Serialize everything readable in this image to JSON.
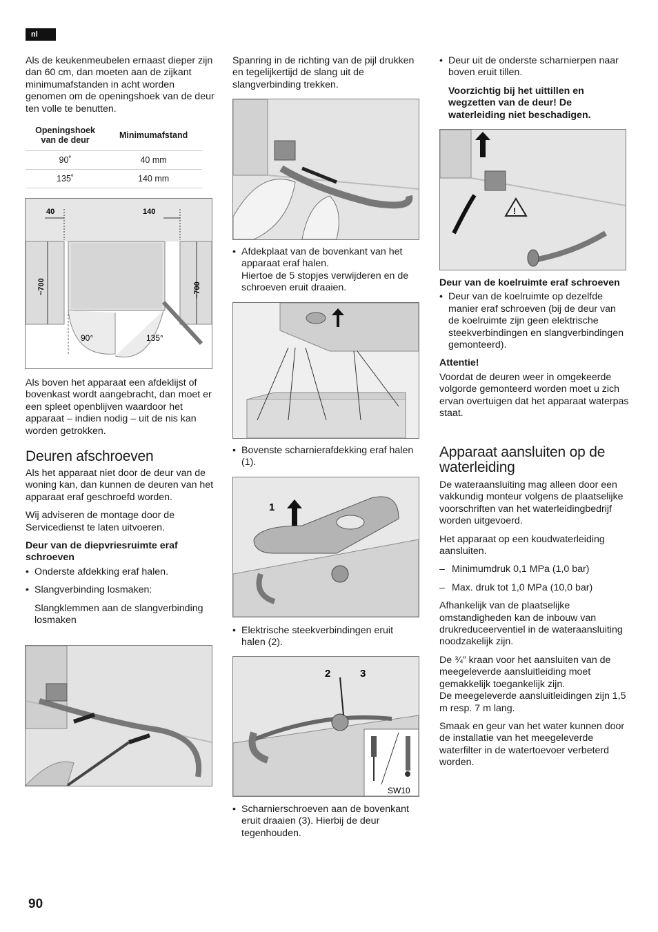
{
  "lang_tag": "nl",
  "page_number": "90",
  "col1": {
    "intro": "Als de keukenmeubelen ernaast dieper zijn dan 60 cm, dan moeten aan de zijkant minimumafstanden in acht worden genomen om de openingshoek van de deur ten volle te benutten.",
    "table": {
      "headers": [
        "Openingshoek van de deur",
        "Minimumafstand"
      ],
      "rows": [
        [
          "90˚",
          "40 mm"
        ],
        [
          "135˚",
          "140 mm"
        ]
      ]
    },
    "diagram": {
      "dim_40": "40",
      "dim_140": "140",
      "dim_700_left": "~700",
      "dim_700_right": "~700",
      "angle_90": "90°",
      "angle_135": "135°"
    },
    "cover_text": "Als boven het apparaat een afdeklijst of bovenkast wordt aangebracht, dan moet er een spleet openblijven waardoor het apparaat – indien nodig – uit de nis kan worden getrokken.",
    "heading_doors": "Deuren afschroeven",
    "doors_p1": "Als het apparaat niet door de deur van de woning kan, dan kunnen de deuren van het apparaat eraf geschroefd worden.",
    "doors_p2": "Wij adviseren de montage door de Servicedienst te laten uitvoeren.",
    "sub_freezer": "Deur van de diepvriesruimte eraf schroeven",
    "bullet_1": "Onderste afdekking eraf halen.",
    "bullet_2": "Slangverbinding losmaken:",
    "bullet_2_sub": "Slangklemmen aan de slangverbinding losmaken"
  },
  "col2": {
    "top_text": "Spanring in de richting van de pijl drukken en tegelijkertijd de slang uit de slangverbinding trekken.",
    "bullet_cover": "Afdekplaat van de bovenkant van het apparaat eraf halen.",
    "bullet_cover_2": "Hiertoe de 5 stopjes verwijderen en de schroeven eruit draaien.",
    "bullet_hinge": "Bovenste scharnierafdekking eraf halen (1).",
    "label_1": "1",
    "bullet_plugs": "Elektrische steekverbindingen eruit halen (2).",
    "label_2": "2",
    "label_3": "3",
    "label_sw": "SW10",
    "bullet_screws": "Scharnierschroeven aan de bovenkant eruit draaien (3). Hierbij de deur tegenhouden."
  },
  "col3": {
    "bullet_lift": "Deur uit de onderste scharnierpen naar boven eruit tillen.",
    "warning": "Voorzichtig bij het uittillen en wegzetten van de deur! De waterleiding niet beschadigen.",
    "sub_fridge": "Deur van de koelruimte eraf schroeven",
    "bullet_fridge": "Deur van de koelruimte op dezelfde manier eraf schroeven (bij de deur van de koelruimte zijn geen elektrische steekverbindingen en slangverbindingen gemonteerd).",
    "attention_label": "Attentie!",
    "attention_text": "Voordat de deuren weer in omgekeerde volgorde gemonteerd worden moet u zich ervan overtuigen dat het apparaat waterpas staat.",
    "heading_water": "Apparaat aansluiten op de waterleiding",
    "water_p1": "De wateraansluiting mag alleen door een vakkundig monteur volgens de plaatselijke voorschriften van het waterleidingbedrijf worden uitgevoerd.",
    "water_p2": "Het apparaat op een koudwaterleiding aansluiten.",
    "dash_1": "Minimumdruk 0,1 MPa (1,0 bar)",
    "dash_2": "Max. druk tot 1,0 MPa (10,0 bar)",
    "water_p3": "Afhankelijk van de plaatselijke omstandigheden kan de inbouw van drukreduceerventiel in de wateraansluiting noodzakelijk zijn.",
    "water_p4": "De ¾” kraan voor het aansluiten van de meegeleverde aansluitleiding moet gemakkelijk toegankelijk zijn.",
    "water_p5": "De meegeleverde aansluitleidingen zijn 1,5 m resp. 7 m lang.",
    "water_p6": "Smaak en geur van het water kunnen door de installatie van het meegeleverde waterfilter in de watertoevoer verbeterd worden."
  }
}
